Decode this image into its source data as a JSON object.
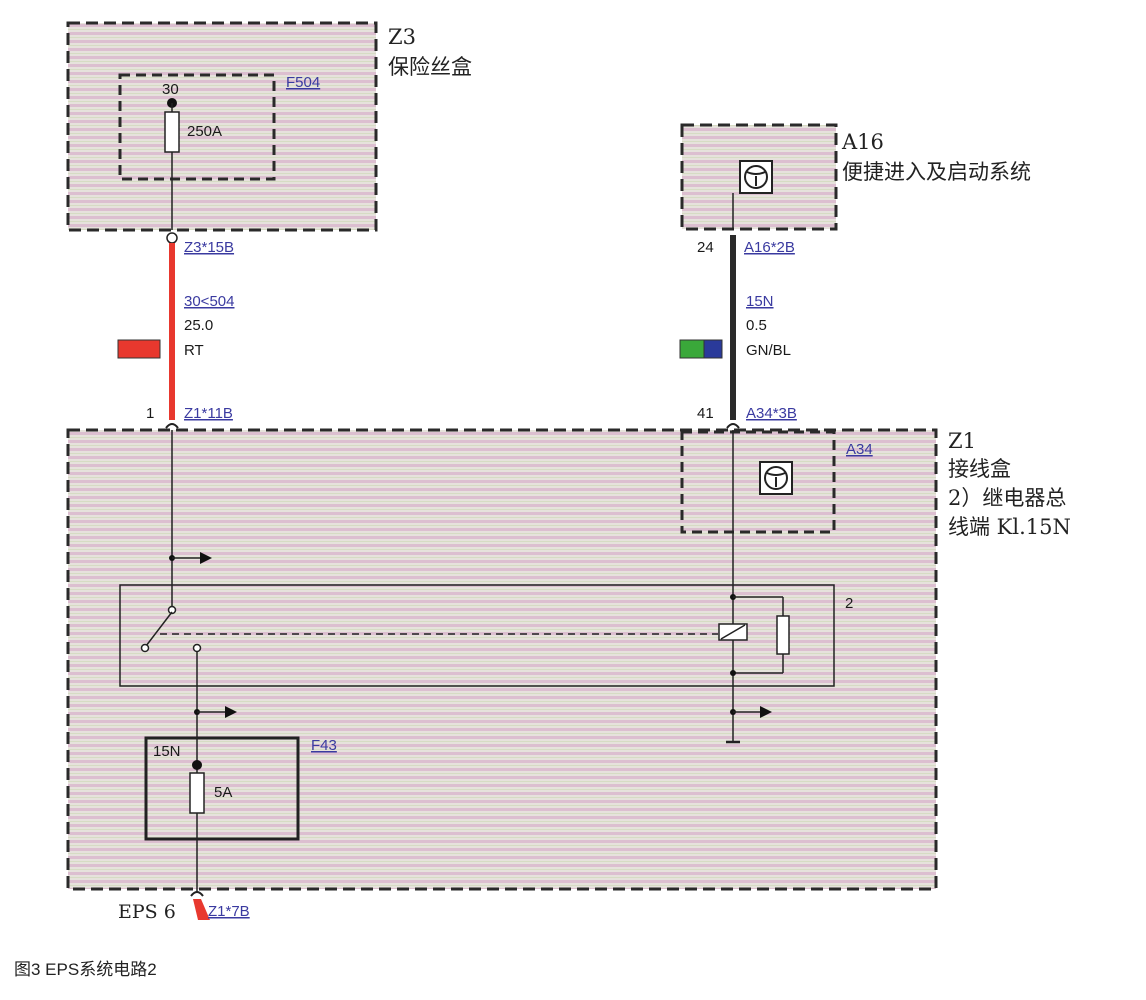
{
  "z3": {
    "id": "Z3",
    "name": "保险丝盒"
  },
  "f504": {
    "id": "F504",
    "pin": "30",
    "rating": "250A"
  },
  "a16": {
    "id": "A16",
    "name": "便捷进入及启动系统"
  },
  "z1": {
    "id": "Z1",
    "name": "接线盒",
    "line2": "2）继电器总",
    "line3": "线端 Kl.15N"
  },
  "a34": {
    "id": "A34"
  },
  "f43": {
    "id": "F43",
    "terminal": "15N",
    "rating": "5A"
  },
  "relay": {
    "number": "2"
  },
  "wire_left": {
    "top_connector": "Z3*15B",
    "circuit": "30<504",
    "size": "25.0",
    "color_code": "RT",
    "color_hex": "#e8382e",
    "bottom_pin": "1",
    "bottom_connector": "Z1*11B"
  },
  "wire_right": {
    "top_pin": "24",
    "top_connector": "A16*2B",
    "circuit": "15N",
    "size": "0.5",
    "color_code": "GN/BL",
    "color_hex_1": "#3aa83a",
    "color_hex_2": "#2a3a9a",
    "bottom_pin": "41",
    "bottom_connector": "A34*3B"
  },
  "output": {
    "label": "EPS 6",
    "connector": "Z1*7B"
  },
  "caption": "图3   EPS系统电路2"
}
